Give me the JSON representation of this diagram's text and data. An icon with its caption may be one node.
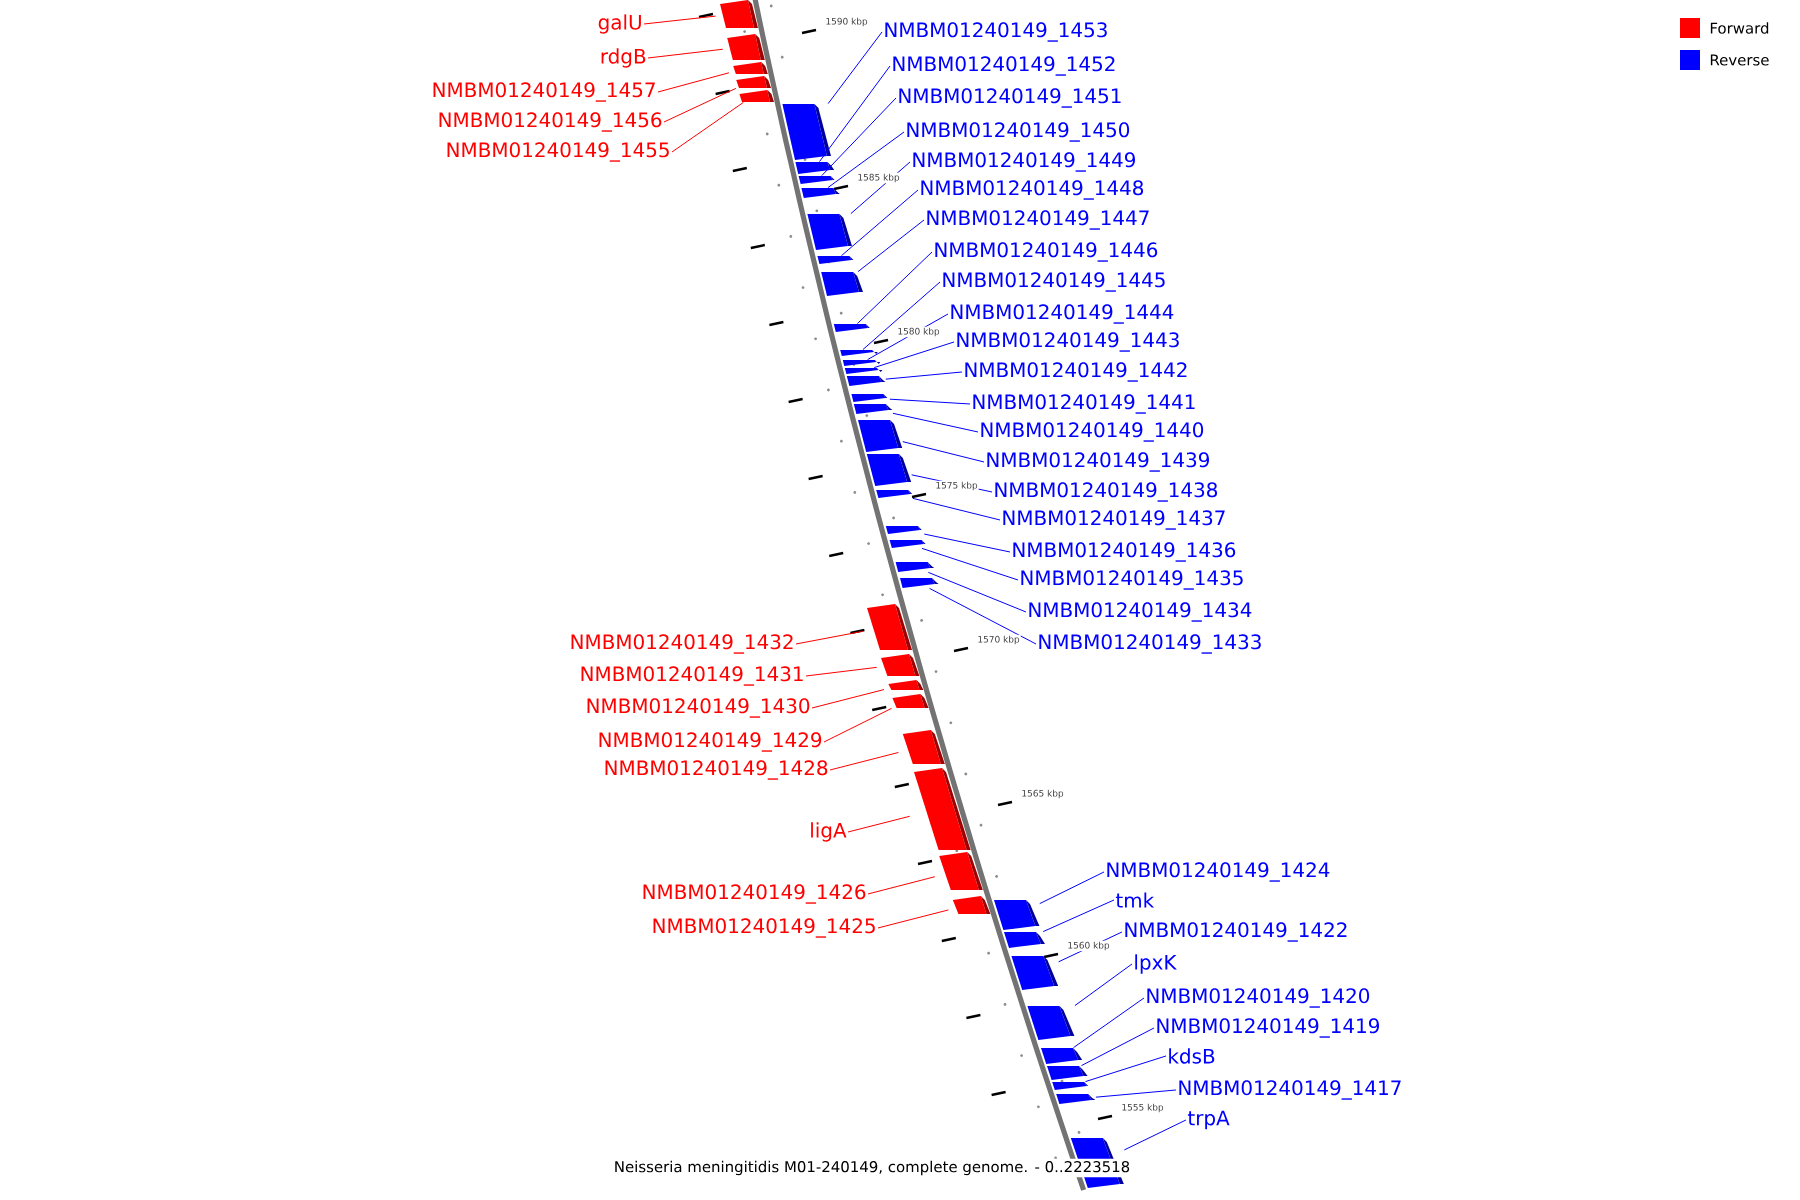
{
  "diagram": {
    "caption": "Neisseria meningitidis M01-240149, complete genome. - 0..2223518",
    "nodes": [
      {
        "text": [
          "galU"
        ]
      },
      {
        "text": [
          "rdgB"
        ]
      },
      {
        "text": [
          "NMBM01240149_1457"
        ]
      },
      {
        "text": [
          "NMBM01240149_1456"
        ]
      },
      {
        "text": [
          "NMBM01240149_1455"
        ]
      },
      {
        "text": [
          "NMBM01240149_1453"
        ]
      },
      {
        "text": [
          "NMBM01240149_1452"
        ]
      },
      {
        "text": [
          "NMBM01240149_1451"
        ]
      },
      {
        "text": [
          "NMBM01240149_1450"
        ]
      },
      {
        "text": [
          "NMBM01240149_1449"
        ]
      },
      {
        "text": [
          "NMBM01240149_1448"
        ]
      },
      {
        "text": [
          "NMBM01240149_1447"
        ]
      },
      {
        "text": [
          "NMBM01240149_1446"
        ]
      },
      {
        "text": [
          "NMBM01240149_1445"
        ]
      },
      {
        "text": [
          "NMBM01240149_1444"
        ]
      },
      {
        "text": [
          "NMBM01240149_1443"
        ]
      },
      {
        "text": [
          "NMBM01240149_1442"
        ]
      },
      {
        "text": [
          "NMBM01240149_1441"
        ]
      },
      {
        "text": [
          "NMBM01240149_1440"
        ]
      },
      {
        "text": [
          "NMBM01240149_1439"
        ]
      },
      {
        "text": [
          "NMBM01240149_1438"
        ]
      },
      {
        "text": [
          "NMBM01240149_1437"
        ]
      },
      {
        "text": [
          "NMBM01240149_1436"
        ]
      },
      {
        "text": [
          "NMBM01240149_1435"
        ]
      },
      {
        "text": [
          "NMBM01240149_1434"
        ]
      },
      {
        "text": [
          "NMBM01240149_1433"
        ]
      },
      {
        "text": [
          "NMBM01240149_1432"
        ]
      },
      {
        "text": [
          "NMBM01240149_1431"
        ]
      },
      {
        "text": [
          "NMBM01240149_1430"
        ]
      },
      {
        "text": [
          "NMBM01240149_1429"
        ]
      },
      {
        "text": [
          "NMBM01240149_1428"
        ]
      },
      {
        "text": [
          "ligA"
        ]
      },
      {
        "text": [
          "NMBM01240149_1426"
        ]
      },
      {
        "text": [
          "NMBM01240149_1425"
        ]
      },
      {
        "text": [
          "NMBM01240149_1424"
        ]
      },
      {
        "text": [
          "tmk"
        ]
      },
      {
        "text": [
          "NMBM01240149_1422"
        ]
      },
      {
        "text": [
          "lpxK"
        ]
      },
      {
        "text": [
          "NMBM01240149_1420"
        ]
      },
      {
        "text": [
          "NMBM01240149_1419"
        ]
      },
      {
        "text": [
          "kdsB"
        ]
      },
      {
        "text": [
          "NMBM01240149_1417"
        ]
      },
      {
        "text": [
          "trpA"
        ]
      },
      {
        "text": [],
        "shape": "bar"
      },
      {
        "text": [],
        "shape": "bar"
      },
      {
        "text": [],
        "shape": "bar"
      },
      {
        "text": [],
        "shape": "bar"
      },
      {
        "text": [],
        "shape": "bar"
      },
      {
        "text": [],
        "shape": "bar"
      },
      {
        "text": [],
        "shape": "bar"
      },
      {
        "text": [],
        "shape": "bar"
      },
      {
        "text": [],
        "shape": "bar"
      },
      {
        "text": [],
        "shape": "bar"
      },
      {
        "text": [],
        "shape": "bar"
      },
      {
        "text": [],
        "shape": "bar"
      },
      {
        "text": [],
        "shape": "bar"
      },
      {
        "text": [],
        "shape": "bar"
      },
      {
        "text": [],
        "shape": "bar"
      },
      {
        "text": [],
        "shape": "bar"
      },
      {
        "text": [],
        "shape": "bar"
      },
      {
        "text": [],
        "shape": "bar"
      },
      {
        "text": [],
        "shape": "bar"
      },
      {
        "text": [],
        "shape": "bar"
      },
      {
        "text": [],
        "shape": "bar"
      },
      {
        "text": [],
        "shape": "bar"
      },
      {
        "text": [],
        "shape": "bar"
      },
      {
        "text": [],
        "shape": "bar"
      },
      {
        "text": [],
        "shape": "bar"
      },
      {
        "text": [],
        "shape": "bar"
      },
      {
        "text": [],
        "shape": "bar"
      },
      {
        "text": [],
        "shape": "bar"
      },
      {
        "text": [],
        "shape": "bar"
      },
      {
        "text": [],
        "shape": "bar"
      },
      {
        "text": [],
        "shape": "bar"
      },
      {
        "text": [],
        "shape": "bar"
      },
      {
        "text": [],
        "shape": "bar"
      },
      {
        "text": [],
        "shape": "bar"
      },
      {
        "text": [],
        "shape": "bar"
      },
      {
        "text": [],
        "shape": "bar"
      },
      {
        "text": [],
        "shape": "bar"
      },
      {
        "text": [],
        "shape": "bar"
      },
      {
        "text": [],
        "shape": "bar"
      },
      {
        "text": [],
        "shape": "bar"
      },
      {
        "text": [],
        "shape": "bar"
      },
      {
        "text": [],
        "shape": "bar"
      },
      {
        "text": [],
        "shape": "bar"
      }
    ],
    "edges": [
      {
        "from": 0,
        "to": 43,
        "arrow": "none",
        "color": "#ff0000"
      },
      {
        "from": 1,
        "to": 44,
        "arrow": "none",
        "color": "#ff0000"
      },
      {
        "from": 2,
        "to": 45,
        "arrow": "none",
        "color": "#ff0000"
      },
      {
        "from": 3,
        "to": 46,
        "arrow": "none",
        "color": "#ff0000"
      },
      {
        "from": 4,
        "to": 47,
        "arrow": "none",
        "color": "#ff0000"
      },
      {
        "from": 5,
        "to": 48,
        "arrow": "none"
      },
      {
        "from": 6,
        "to": 49,
        "arrow": "none"
      },
      {
        "from": 7,
        "to": 50,
        "arrow": "none"
      },
      {
        "from": 8,
        "to": 51,
        "arrow": "none"
      },
      {
        "from": 9,
        "to": 52,
        "arrow": "none"
      },
      {
        "from": 10,
        "to": 53,
        "arrow": "none"
      },
      {
        "from": 11,
        "to": 54,
        "arrow": "none"
      },
      {
        "from": 12,
        "to": 55,
        "arrow": "none"
      },
      {
        "from": 13,
        "to": 56,
        "arrow": "none"
      },
      {
        "from": 14,
        "to": 57,
        "arrow": "none"
      },
      {
        "from": 15,
        "to": 58,
        "arrow": "none"
      },
      {
        "from": 16,
        "to": 59,
        "arrow": "none"
      },
      {
        "from": 17,
        "to": 60,
        "arrow": "none"
      },
      {
        "from": 18,
        "to": 61,
        "arrow": "none"
      },
      {
        "from": 19,
        "to": 62,
        "arrow": "none"
      },
      {
        "from": 20,
        "to": 63,
        "arrow": "none"
      },
      {
        "from": 21,
        "to": 64,
        "arrow": "none"
      },
      {
        "from": 22,
        "to": 65,
        "arrow": "none"
      },
      {
        "from": 23,
        "to": 66,
        "arrow": "none"
      },
      {
        "from": 24,
        "to": 67,
        "arrow": "none"
      },
      {
        "from": 25,
        "to": 68,
        "arrow": "none"
      },
      {
        "from": 26,
        "to": 69,
        "arrow": "none",
        "color": "#ff0000"
      },
      {
        "from": 27,
        "to": 70,
        "arrow": "none",
        "color": "#ff0000"
      },
      {
        "from": 28,
        "to": 71,
        "arrow": "none",
        "color": "#ff0000"
      },
      {
        "from": 29,
        "to": 72,
        "arrow": "none",
        "color": "#ff0000"
      },
      {
        "from": 30,
        "to": 73,
        "arrow": "none",
        "color": "#ff0000"
      },
      {
        "from": 31,
        "to": 74,
        "arrow": "none",
        "color": "#ff0000"
      },
      {
        "from": 32,
        "to": 75,
        "arrow": "none",
        "color": "#ff0000"
      },
      {
        "from": 33,
        "to": 76,
        "arrow": "none",
        "color": "#ff0000"
      },
      {
        "from": 34,
        "to": 77,
        "arrow": "none"
      },
      {
        "from": 35,
        "to": 78,
        "arrow": "none"
      },
      {
        "from": 36,
        "to": 79,
        "arrow": "none"
      },
      {
        "from": 37,
        "to": 80,
        "arrow": "none"
      },
      {
        "from": 38,
        "to": 81,
        "arrow": "none"
      },
      {
        "from": 39,
        "to": 82,
        "arrow": "none"
      },
      {
        "from": 40,
        "to": 83,
        "arrow": "none"
      },
      {
        "from": 41,
        "to": 84,
        "arrow": "none"
      },
      {
        "from": 42,
        "to": 85,
        "arrow": "none"
      }
    ],
    "labels": [
      "1590 kbp",
      "1585 kbp",
      "1580 kbp",
      "1575 kbp",
      "1570 kbp",
      "1565 kbp",
      "1560 kbp",
      "1555 kbp"
    ],
    "legend": [
      {
        "text": "Forward",
        "color": "#ff0000"
      },
      {
        "text": "Reverse",
        "color": "#0000ff"
      }
    ]
  }
}
